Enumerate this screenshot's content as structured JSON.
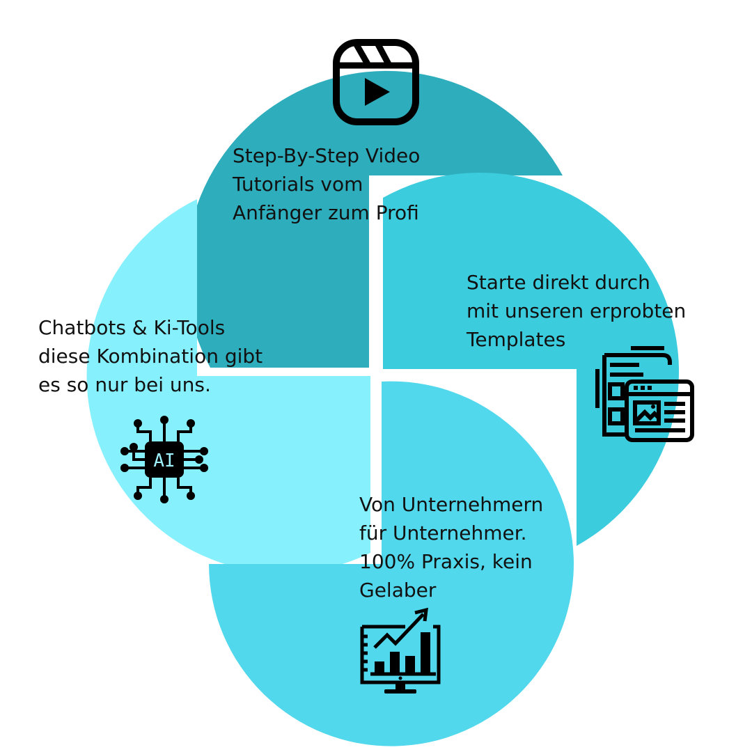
{
  "colors": {
    "petal_top": "#2EADBD",
    "petal_right": "#3BCCDD",
    "petal_left": "#86F0FD",
    "petal_bottom": "#52D8EC",
    "icon_ink": "#000000",
    "ai_text": "#9EF3FD"
  },
  "cards": {
    "top": {
      "text": "Step-By-Step Video\nTutorials vom\nAnfänger zum Profi",
      "icon": "video-play-icon"
    },
    "right": {
      "text": "Starte direkt durch\nmit unseren erprobten\nTemplates",
      "icon": "templates-document-icon"
    },
    "left": {
      "text": "Chatbots & Ki-Tools\ndiese Kombination gibt\nes so nur bei uns.",
      "icon": "ai-chip-icon",
      "icon_label": "AI"
    },
    "bottom": {
      "text": "Von Unternehmern\nfür Unternehmer.\n100% Praxis, kein\nGelaber",
      "icon": "growth-chart-monitor-icon"
    }
  }
}
